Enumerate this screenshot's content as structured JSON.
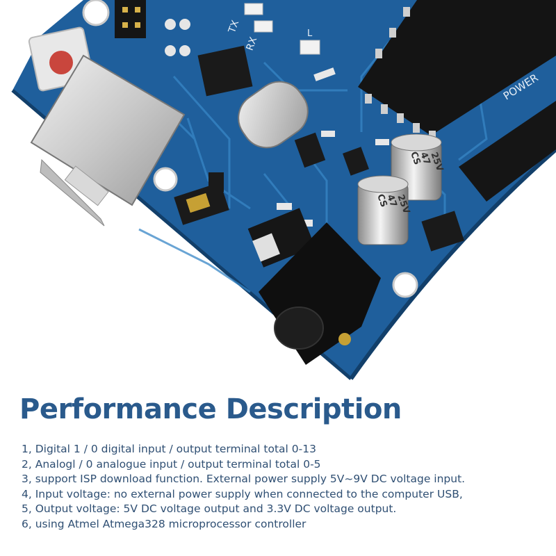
{
  "heading": "Performance Description",
  "features": [
    "1, Digital 1 / 0 digital input / output terminal total 0-13",
    "2, Analogl / 0 analogue input / output terminal total 0-5",
    "3, support ISP download function. External power supply 5V~9V DC voltage input.",
    "4, Input voltage: no external power supply when connected to the computer USB,",
    "5, Output voltage: 5V DC voltage output and 3.3V DC voltage output.",
    "6, using Atmel Atmega328 microprocessor controller"
  ],
  "board_markings": {
    "tx": "TX",
    "rx": "RX",
    "led": "L",
    "power": "POWER",
    "cap_a_top": "CS",
    "cap_a_mid": "47",
    "cap_a_bottom": "25V",
    "cap_b_top": "CS",
    "cap_b_mid": "47",
    "cap_b_bottom": "25V"
  },
  "colors": {
    "board": "#1f5f9c",
    "board_dark": "#0f3f72",
    "trace": "#2f79b8",
    "heading": "#2a5a8c",
    "body_text": "#2f4f73"
  }
}
